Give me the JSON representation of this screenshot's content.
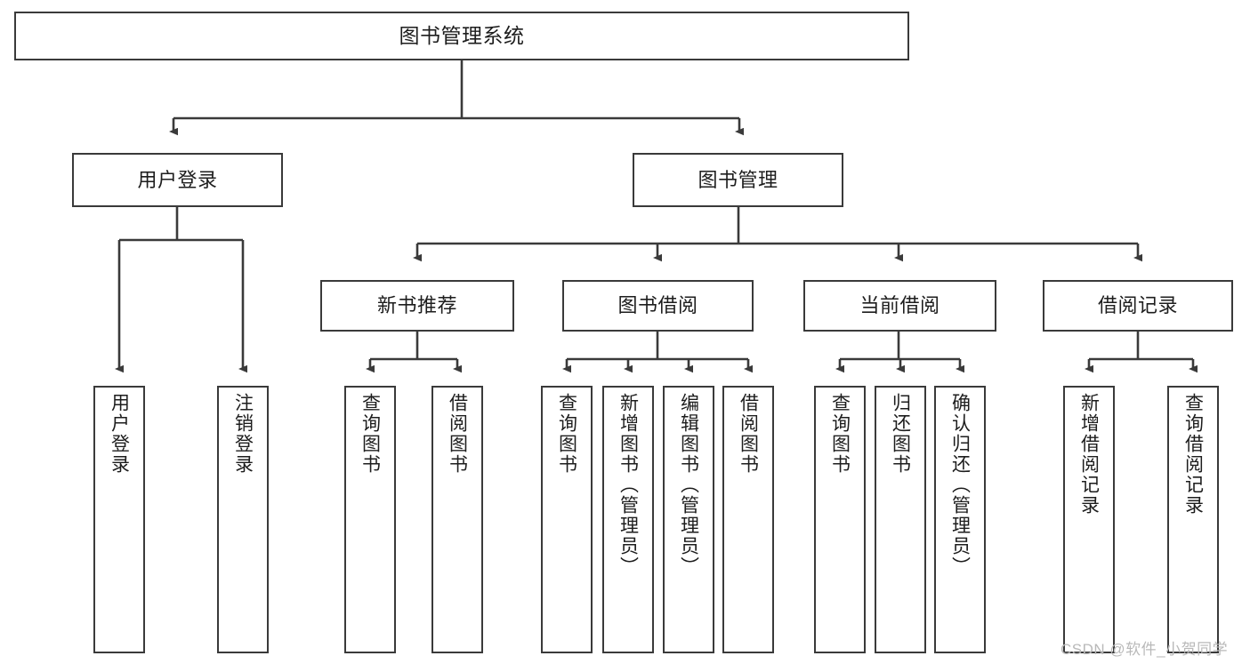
{
  "diagram": {
    "title": "图书管理系统",
    "type": "tree-hierarchy",
    "stroke_color": "#3a3a3a",
    "text_color": "#1d1d1d",
    "background_color": "#ffffff",
    "nodes": {
      "root": {
        "label": "图书管理系统",
        "orientation": "horizontal"
      },
      "login": {
        "label": "用户登录",
        "orientation": "horizontal"
      },
      "book_mgmt": {
        "label": "图书管理",
        "orientation": "horizontal"
      },
      "new_book_rec": {
        "label": "新书推荐",
        "orientation": "horizontal"
      },
      "book_borrow": {
        "label": "图书借阅",
        "orientation": "horizontal"
      },
      "current_borrow": {
        "label": "当前借阅",
        "orientation": "horizontal"
      },
      "borrow_record": {
        "label": "借阅记录",
        "orientation": "horizontal"
      },
      "leaf_user_login": {
        "label": "用户登录",
        "orientation": "vertical"
      },
      "leaf_logout": {
        "label": "注销登录",
        "orientation": "vertical"
      },
      "leaf_query_book_1": {
        "label": "查询图书",
        "orientation": "vertical"
      },
      "leaf_borrow_book_1": {
        "label": "借阅图书",
        "orientation": "vertical"
      },
      "leaf_query_book_2": {
        "label": "查询图书",
        "orientation": "vertical"
      },
      "leaf_add_book": {
        "label": "新增图书（管理员）",
        "orientation": "vertical"
      },
      "leaf_edit_book": {
        "label": "编辑图书（管理员）",
        "orientation": "vertical"
      },
      "leaf_borrow_book_2": {
        "label": "借阅图书",
        "orientation": "vertical"
      },
      "leaf_query_book_3": {
        "label": "查询图书",
        "orientation": "vertical"
      },
      "leaf_return_book": {
        "label": "归还图书",
        "orientation": "vertical"
      },
      "leaf_confirm_return": {
        "label": "确认归还（管理员）",
        "orientation": "vertical"
      },
      "leaf_add_record": {
        "label": "新增借阅记录",
        "orientation": "vertical"
      },
      "leaf_query_record": {
        "label": "查询借阅记录",
        "orientation": "vertical"
      }
    },
    "edges": [
      {
        "from": "root",
        "to": "login"
      },
      {
        "from": "root",
        "to": "book_mgmt"
      },
      {
        "from": "login",
        "to": "leaf_user_login"
      },
      {
        "from": "login",
        "to": "leaf_logout"
      },
      {
        "from": "book_mgmt",
        "to": "new_book_rec"
      },
      {
        "from": "book_mgmt",
        "to": "book_borrow"
      },
      {
        "from": "book_mgmt",
        "to": "current_borrow"
      },
      {
        "from": "book_mgmt",
        "to": "borrow_record"
      },
      {
        "from": "new_book_rec",
        "to": "leaf_query_book_1"
      },
      {
        "from": "new_book_rec",
        "to": "leaf_borrow_book_1"
      },
      {
        "from": "book_borrow",
        "to": "leaf_query_book_2"
      },
      {
        "from": "book_borrow",
        "to": "leaf_add_book"
      },
      {
        "from": "book_borrow",
        "to": "leaf_edit_book"
      },
      {
        "from": "book_borrow",
        "to": "leaf_borrow_book_2"
      },
      {
        "from": "current_borrow",
        "to": "leaf_query_book_3"
      },
      {
        "from": "current_borrow",
        "to": "leaf_return_book"
      },
      {
        "from": "current_borrow",
        "to": "leaf_confirm_return"
      },
      {
        "from": "borrow_record",
        "to": "leaf_add_record"
      },
      {
        "from": "borrow_record",
        "to": "leaf_query_record"
      }
    ]
  },
  "watermark": {
    "text": "CSDN @软件_小贺同学"
  }
}
